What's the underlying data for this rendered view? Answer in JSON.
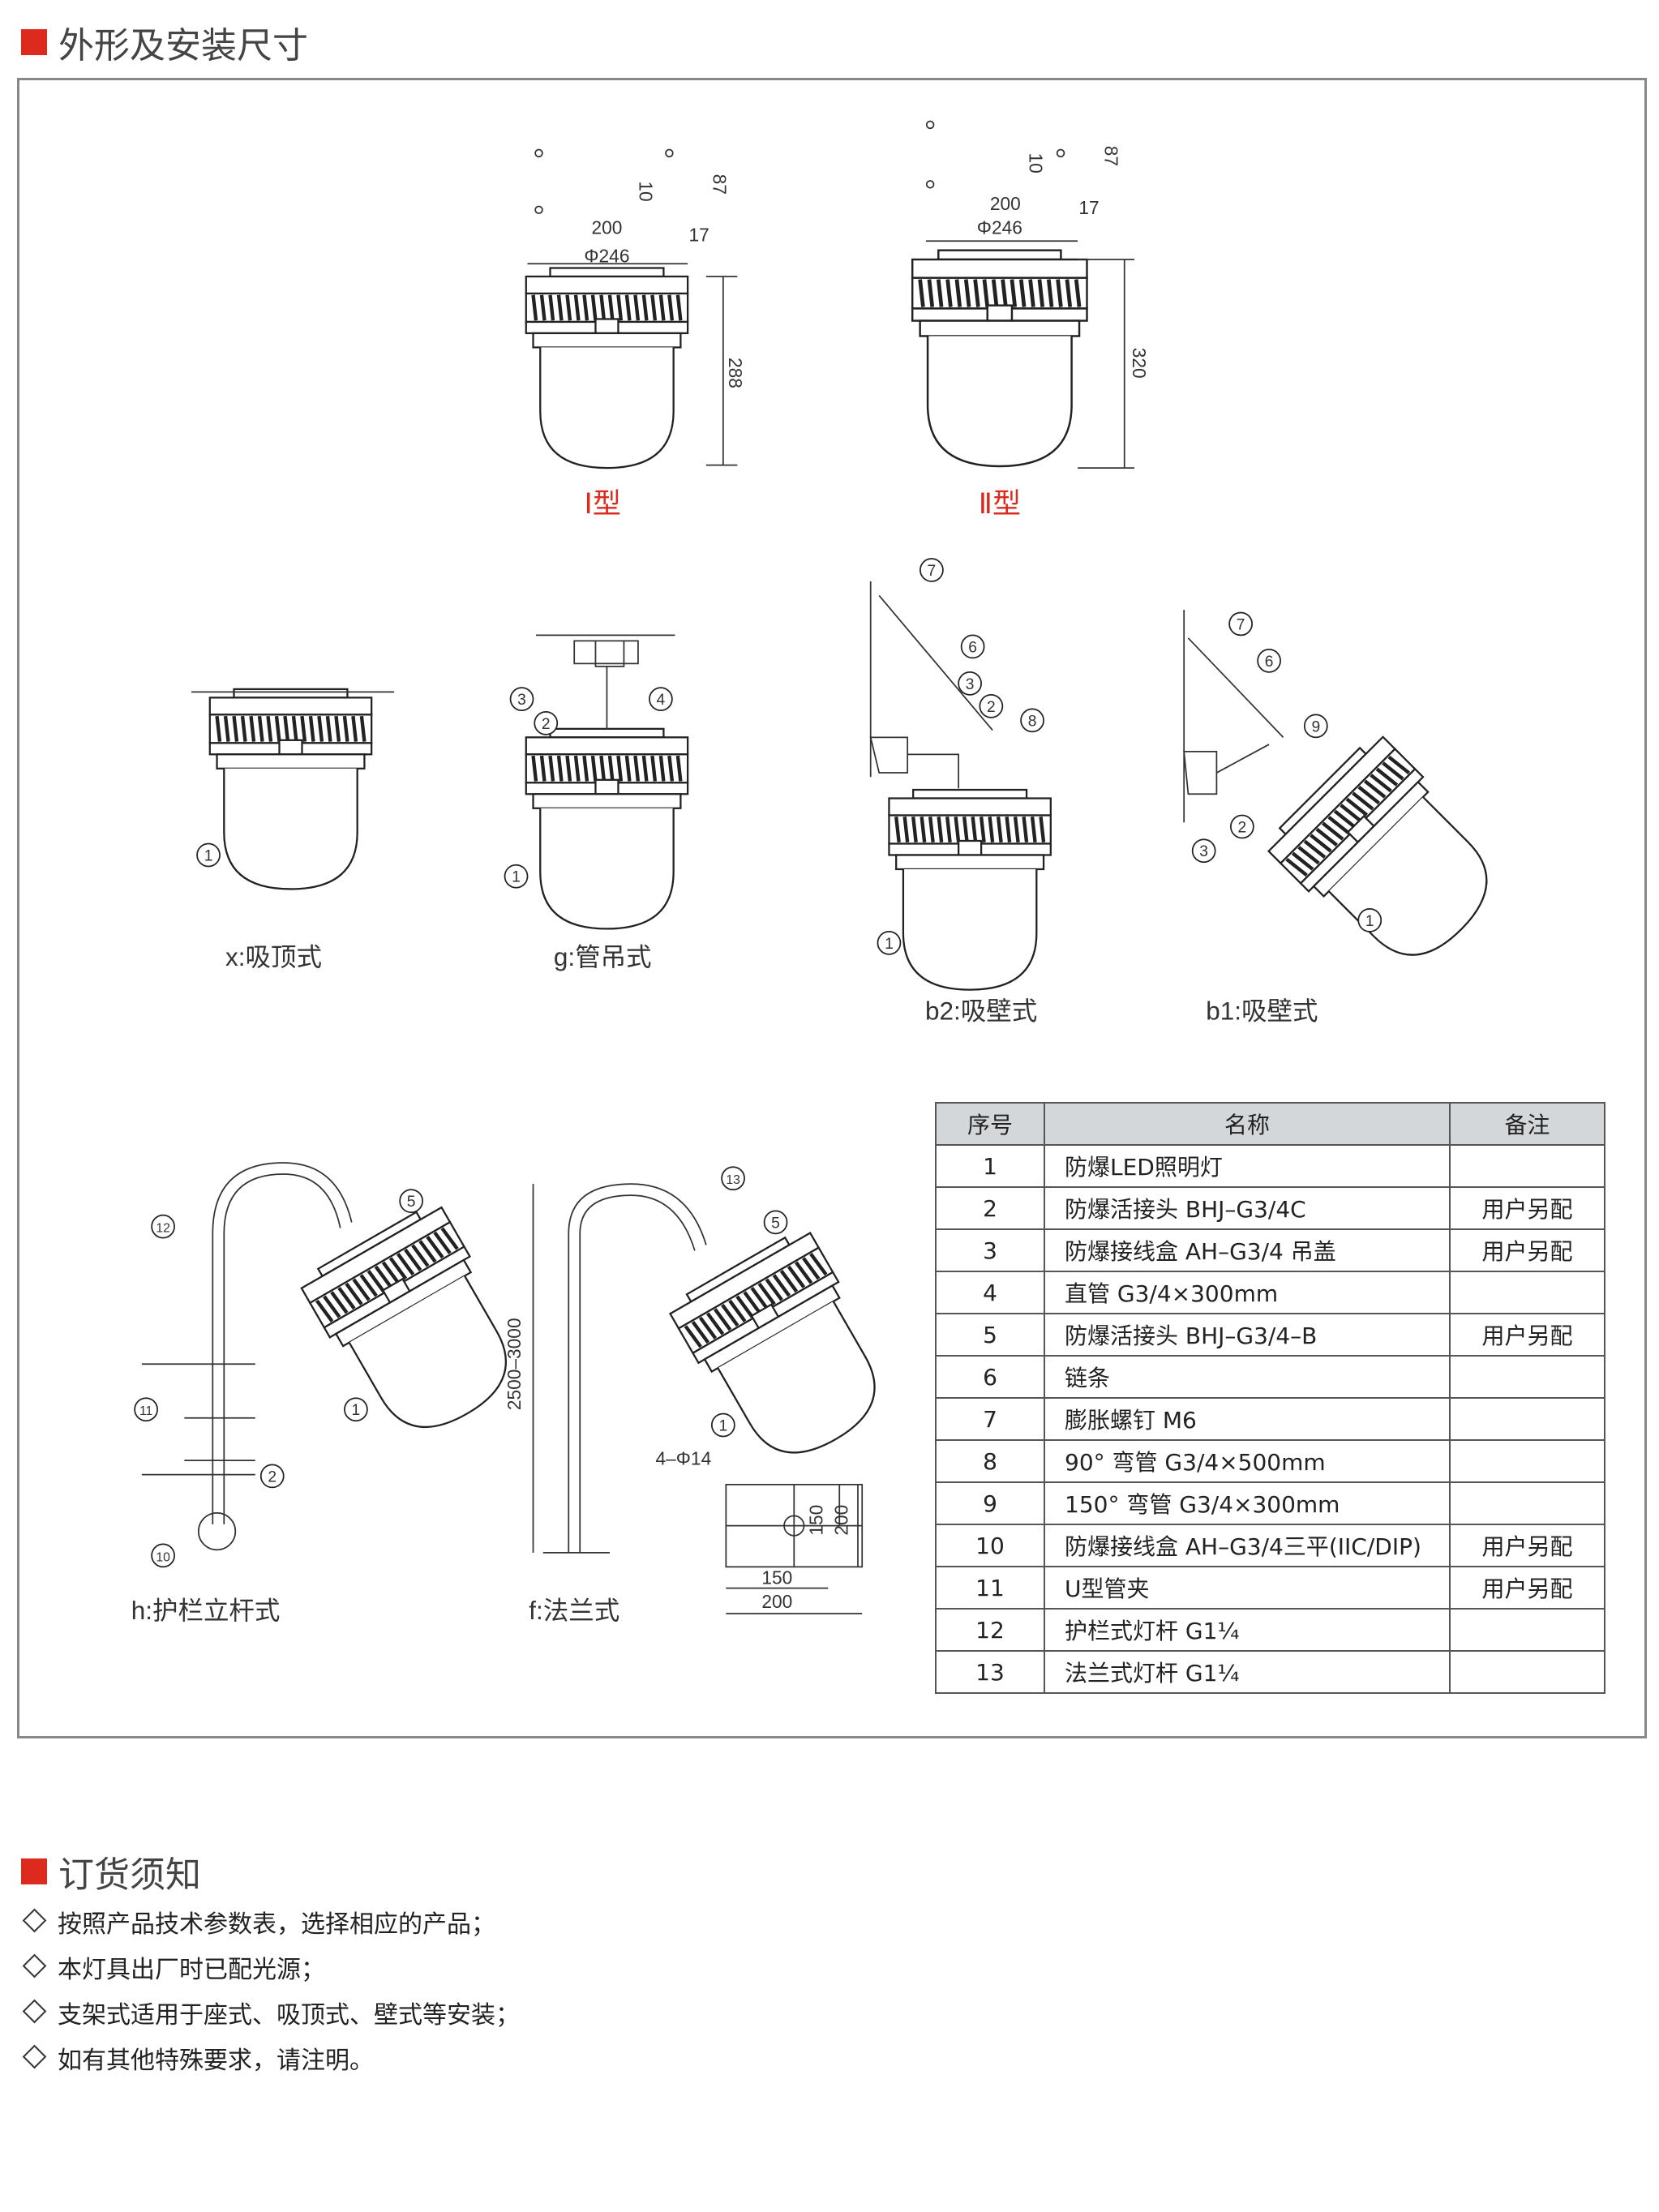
{
  "section1": {
    "title": "外形及安装尺寸"
  },
  "types": {
    "type1": "Ⅰ型",
    "type2": "Ⅱ型"
  },
  "dims": {
    "t1": {
      "d87": "87",
      "d10": "10",
      "d200": "200",
      "d17": "17",
      "phi": "Φ246",
      "h": "288"
    },
    "t2": {
      "d87": "87",
      "d10": "10",
      "d200": "200",
      "d17": "17",
      "phi": "Φ246",
      "h": "320"
    },
    "f": {
      "height": "2500–3000",
      "holes": "4–Φ14",
      "v150": "150",
      "v200": "200",
      "h150": "150",
      "h200": "200"
    }
  },
  "captions": {
    "x": "x:吸顶式",
    "g": "g:管吊式",
    "b2": "b2:吸壁式",
    "b1": "b1:吸壁式",
    "h": "h:护栏立杆式",
    "f": "f:法兰式"
  },
  "callouts": {
    "x": [
      "1"
    ],
    "g": [
      "3",
      "2",
      "4",
      "1"
    ],
    "b2": [
      "7",
      "6",
      "3",
      "2",
      "8",
      "1"
    ],
    "b1": [
      "7",
      "6",
      "9",
      "2",
      "3",
      "1"
    ],
    "h": [
      "12",
      "5",
      "11",
      "2",
      "10",
      "1"
    ],
    "f": [
      "13",
      "5",
      "1"
    ]
  },
  "table": {
    "headers": [
      "序号",
      "名称",
      "备注"
    ],
    "rows": [
      {
        "no": "1",
        "name": "防爆LED照明灯",
        "remark": ""
      },
      {
        "no": "2",
        "name": "防爆活接头 BHJ–G3/4C",
        "remark": "用户另配"
      },
      {
        "no": "3",
        "name": "防爆接线盒 AH–G3/4 吊盖",
        "remark": "用户另配"
      },
      {
        "no": "4",
        "name": "直管 G3/4×300mm",
        "remark": ""
      },
      {
        "no": "5",
        "name": "防爆活接头 BHJ–G3/4–B",
        "remark": "用户另配"
      },
      {
        "no": "6",
        "name": "链条",
        "remark": ""
      },
      {
        "no": "7",
        "name": "膨胀螺钉 M6",
        "remark": ""
      },
      {
        "no": "8",
        "name": "90°  弯管 G3/4×500mm",
        "remark": ""
      },
      {
        "no": "9",
        "name": "150°  弯管 G3/4×300mm",
        "remark": ""
      },
      {
        "no": "10",
        "name": "防爆接线盒 AH–G3/4三平(IIC/DIP)",
        "remark": "用户另配"
      },
      {
        "no": "11",
        "name": "U型管夹",
        "remark": "用户另配"
      },
      {
        "no": "12",
        "name": "护栏式灯杆 G1¼",
        "remark": ""
      },
      {
        "no": "13",
        "name": "法兰式灯杆 G1¼",
        "remark": ""
      }
    ]
  },
  "section2": {
    "title": "订货须知",
    "items": [
      "按照产品技术参数表，选择相应的产品；",
      "本灯具出厂时已配光源；",
      "支架式适用于座式、吸顶式、壁式等安装；",
      "如有其他特殊要求，请注明。"
    ]
  },
  "colors": {
    "accent": "#dc2a1e",
    "table_header": "#d4d7da"
  }
}
